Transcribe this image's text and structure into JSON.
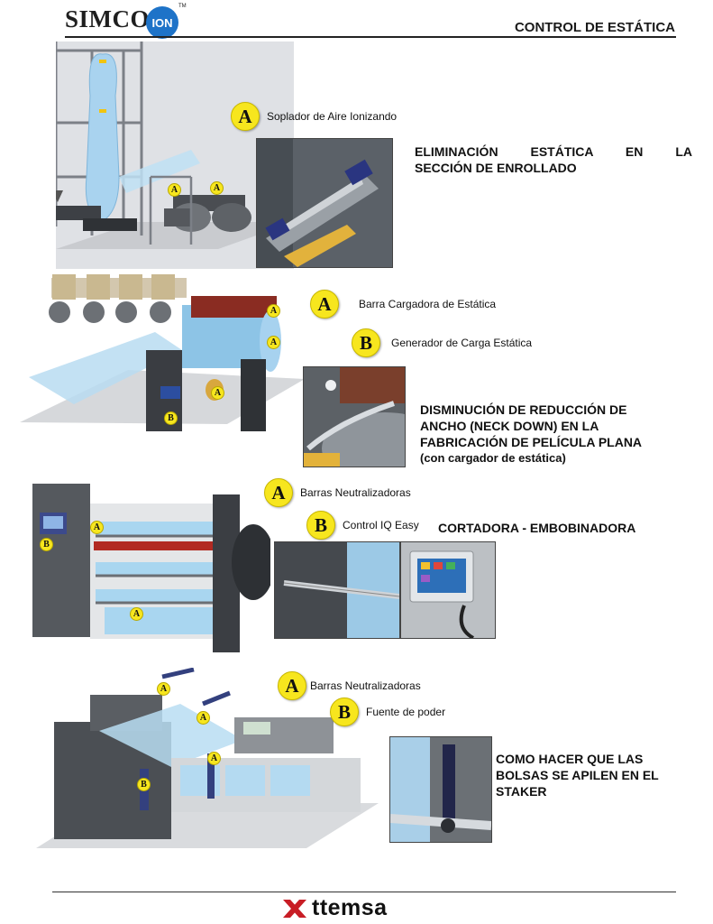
{
  "header": {
    "brand": "SIMCO",
    "brand_badge": "ION",
    "trademark": "TM",
    "title": "CONTROL DE ESTÁTICA"
  },
  "sections": [
    {
      "callouts": [
        {
          "letter": "A",
          "label": "Soplador de Aire Ionizando"
        }
      ],
      "heading_lines": [
        "ELIMINACIÓN ESTÁTICA EN LA",
        "SECCIÓN DE ENROLLADO"
      ],
      "markers": [
        "A",
        "A"
      ]
    },
    {
      "callouts": [
        {
          "letter": "A",
          "label": "Barra Cargadora de Estática"
        },
        {
          "letter": "B",
          "label": "Generador de Carga Estática"
        }
      ],
      "heading_lines": [
        "DISMINUCIÓN DE REDUCCIÓN DE",
        "ANCHO (NECK DOWN) EN LA",
        "FABRICACIÓN DE PELÍCULA PLANA",
        "(con cargador de estática)"
      ],
      "markers": [
        "A",
        "A",
        "A",
        "B"
      ]
    },
    {
      "callouts": [
        {
          "letter": "A",
          "label": "Barras Neutralizadoras"
        },
        {
          "letter": "B",
          "label": "Control IQ Easy"
        }
      ],
      "heading_lines": [
        "CORTADORA - EMBOBINADORA"
      ],
      "markers": [
        "A",
        "A",
        "B"
      ]
    },
    {
      "callouts": [
        {
          "letter": "A",
          "label": "Barras Neutralizadoras"
        },
        {
          "letter": "B",
          "label": "Fuente de poder"
        }
      ],
      "heading_lines": [
        "COMO HACER QUE LAS",
        "BOLSAS SE APILEN EN EL",
        "STAKER"
      ],
      "markers": [
        "A",
        "A",
        "A",
        "B"
      ]
    }
  ],
  "footer": {
    "brand": "ttemsa"
  }
}
